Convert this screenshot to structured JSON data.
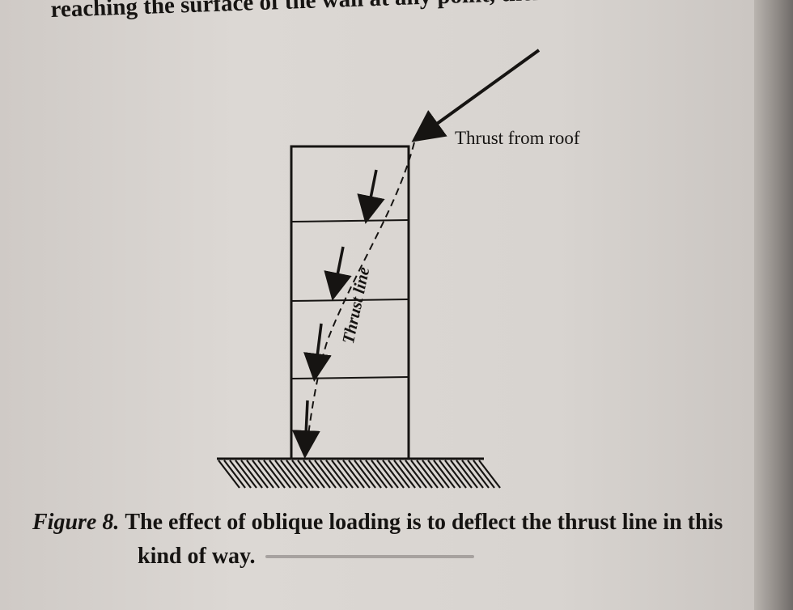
{
  "page": {
    "top_text": "reaching the surface of the wall at any point, then we shall clearly",
    "figure": {
      "label_roof": "Thrust from roof",
      "label_line": "Thrust line"
    },
    "caption": {
      "number": "Figure 8.",
      "text_line1": "The effect of oblique loading is to deflect the thrust line in this",
      "text_line2": "kind of way."
    }
  }
}
